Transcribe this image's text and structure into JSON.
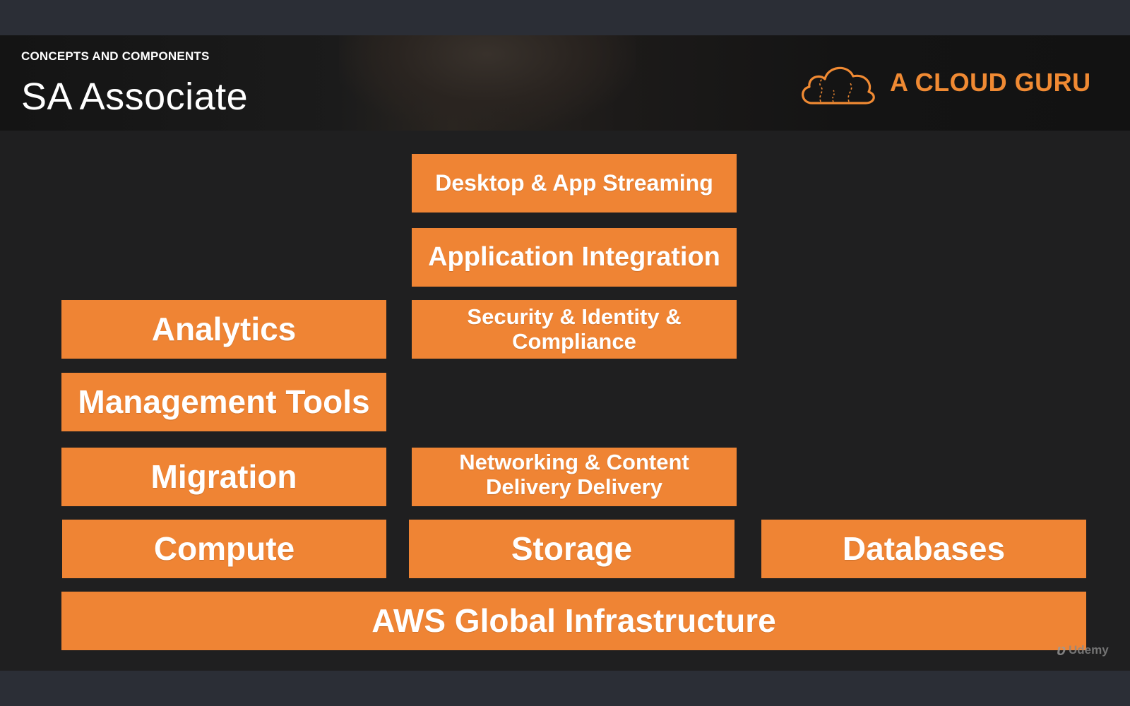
{
  "header": {
    "kicker": "CONCEPTS AND COMPONENTS",
    "title": "SA Associate"
  },
  "brand": {
    "logo_text": "A CLOUD GURU",
    "icon": "cloud-logo-icon",
    "color": "#f08a33"
  },
  "tiles": {
    "desktop_streaming": "Desktop & App Streaming",
    "application_integration": "Application Integration",
    "analytics": "Analytics",
    "security": "Security & Identity & Compliance",
    "management_tools": "Management Tools",
    "migration": "Migration",
    "networking": "Networking & Content Delivery Delivery",
    "compute": "Compute",
    "storage": "Storage",
    "databases": "Databases",
    "global_infrastructure": "AWS Global Infrastructure"
  },
  "tile_color": "#ef8434",
  "watermark": {
    "icon": "udemy-logo-icon",
    "text": "Udemy"
  }
}
